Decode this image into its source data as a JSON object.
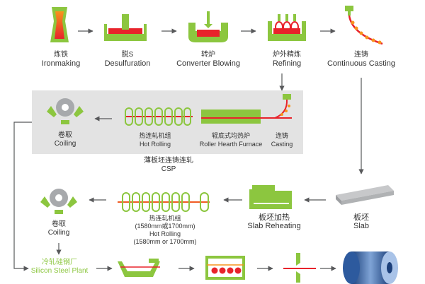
{
  "colors": {
    "green": "#8cc63f",
    "red": "#e8232b",
    "orange": "#f7941d",
    "gray": "#a7a9ac",
    "arrow": "#58595b",
    "box": "#e3e3e3"
  },
  "top_row": [
    {
      "zh": "炼铁",
      "en": "Ironmaking"
    },
    {
      "zh": "脱S",
      "en": "Desulfuration"
    },
    {
      "zh": "转炉",
      "en": "Converter Blowing"
    },
    {
      "zh": "炉外精炼",
      "en": "Refining"
    },
    {
      "zh": "连铸",
      "en": "Continuous Casting"
    }
  ],
  "csp": {
    "title_zh": "薄板坯连铸连轧",
    "title_en": "CSP",
    "coiling": {
      "zh": "卷取",
      "en": "Coiling"
    },
    "hot_rolling": {
      "zh": "热连轧机组",
      "en": "Hot Rolling"
    },
    "furnace": {
      "zh": "辊底式均热炉",
      "en": "Roller Hearth Furnace"
    },
    "casting": {
      "zh": "连铸",
      "en": "Casting"
    }
  },
  "bottom": {
    "coiling": {
      "zh": "卷取",
      "en": "Coiling"
    },
    "hot_rolling": {
      "zh": "热连轧机组",
      "zh_sub": "(1580mm或1700mm)",
      "en": "Hot Rolling",
      "en_sub": "(1580mm or 1700mm)"
    },
    "slab_reheating": {
      "zh": "板坯加热",
      "en": "Slab Reheating"
    },
    "slab": {
      "zh": "板坯",
      "en": "Slab"
    },
    "silicon_plant": {
      "zh": "冷轧硅钢厂",
      "en": "Silicon Steel Plant"
    }
  }
}
